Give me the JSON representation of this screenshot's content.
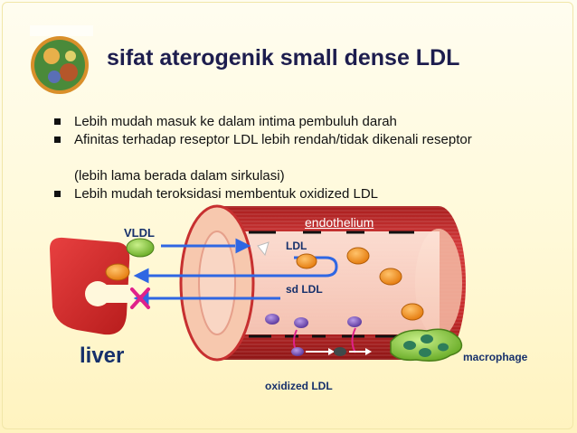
{
  "title": "sifat aterogenik small dense LDL",
  "bullets": [
    "Lebih mudah masuk ke dalam intima pembuluh darah",
    "Afinitas terhadap reseptor LDL lebih rendah/tidak dikenali reseptor",
    "Lebih mudah teroksidasi membentuk oxidized LDL"
  ],
  "bullet_note": "(lebih lama berada dalam sirkulasi)",
  "diagram": {
    "liver": "liver",
    "vldl": "VLDL",
    "endothelium": "endothelium",
    "ldl": "LDL",
    "sd_ldl": "sd LDL",
    "oxidized_ldl": "oxidized LDL",
    "macrophage": "macrophage"
  },
  "colors": {
    "title": "#1d1d4e",
    "vessel": "#c92a2a",
    "liver": "#d32f2f",
    "arrow": "#2f67e3",
    "block": "#e0218a"
  }
}
